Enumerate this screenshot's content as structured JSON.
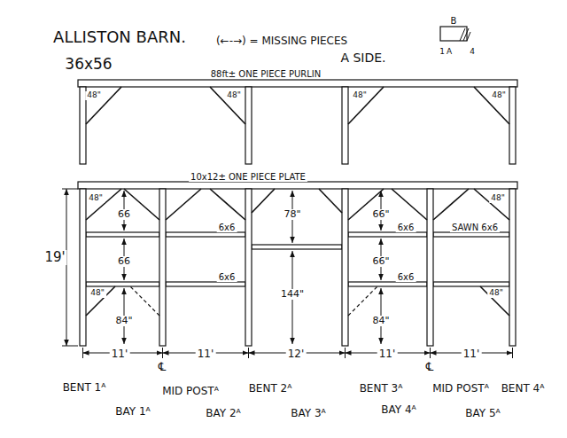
{
  "diagram": {
    "title": "ALLISTON BARN.",
    "labels": [
      "36x56",
      "(←-→) = MISSING PIECES",
      "A SIDE.",
      "B",
      "1",
      "A",
      "4",
      "88ft± ONE PIECE PURLIN",
      "48\"",
      "48\"",
      "48\"",
      "48\"",
      "10x12± ONE PIECE PLATE",
      "48\"",
      "48\"",
      "66",
      "66",
      "48\"",
      "84\"",
      "6x6",
      "6x6",
      "78\"",
      "144\"",
      "66\"",
      "66\"",
      "84\"",
      "6x6",
      "SAWN 6x6",
      "6x6",
      "48\"",
      "19'",
      "11'",
      "11'",
      "12'",
      "11'",
      "11'",
      "℄",
      "℄",
      "BENT 1ᴬ",
      "MID POSTᴬ",
      "BENT 2ᴬ",
      "BENT 3ᴬ",
      "MID POSTᴬ",
      "BENT 4ᴬ",
      "BAY 1ᴬ",
      "BAY 2ᴬ",
      "BAY 3ᴬ",
      "BAY 4ᴬ",
      "BAY 5ᴬ"
    ]
  }
}
